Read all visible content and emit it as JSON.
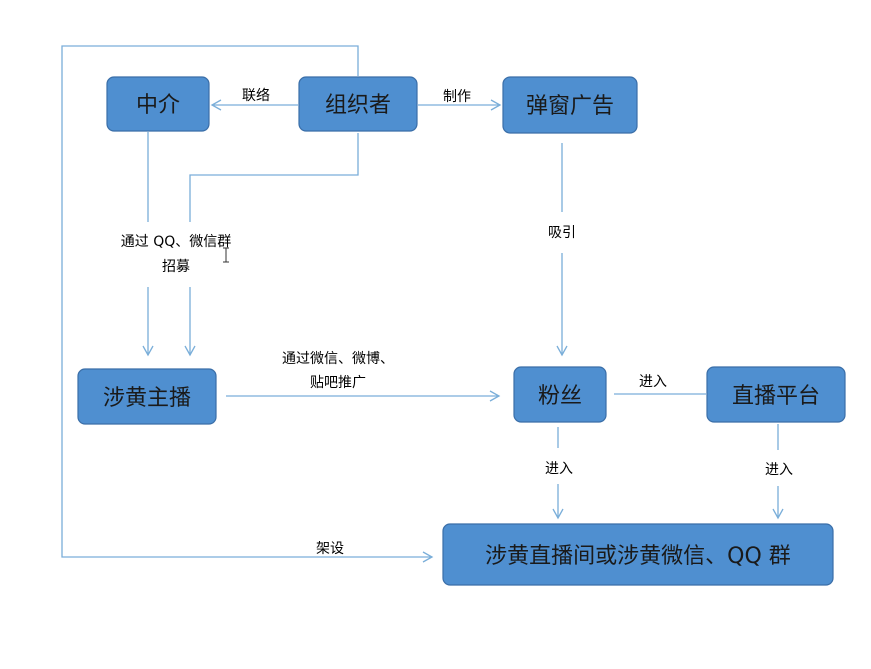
{
  "nodes": {
    "zhongjie": "中介",
    "zuzhizhe": "组织者",
    "tanchuang": "弹窗广告",
    "shehuangzhubo": "涉黄主播",
    "fensi": "粉丝",
    "zhibopingtai": "直播平台",
    "target": "涉黄直播间或涉黄微信、QQ 群"
  },
  "edges": {
    "lianluo": "联络",
    "zhizuo": "制作",
    "zhaomu_line1": "通过 QQ、微信群",
    "zhaomu_line2": "招募",
    "xiyin": "吸引",
    "tuiguang_line1": "通过微信、微博、",
    "tuiguang_line2": "贴吧推广",
    "jinru_platform": "进入",
    "jinru_fans": "进入",
    "jinru_platform_down": "进入",
    "jiashe": "架设"
  }
}
